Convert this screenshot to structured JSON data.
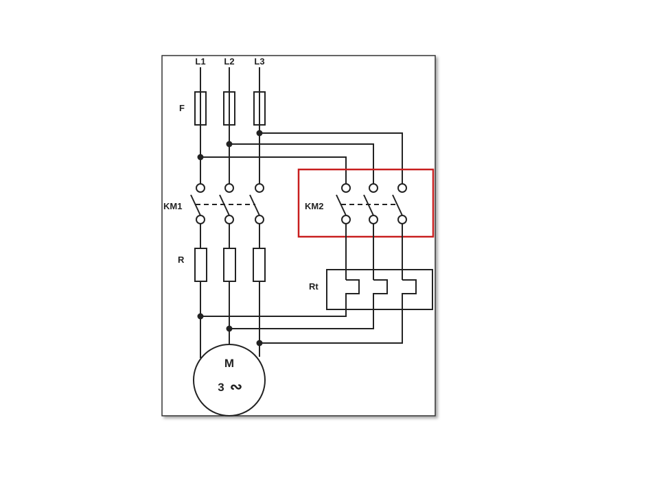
{
  "lines": [
    "L1",
    "L2",
    "L3"
  ],
  "labels": {
    "fuses": "F",
    "contactor_main": "KM1",
    "contactor_alt": "KM2",
    "resistors": "R",
    "thermal_relay": "Rt"
  },
  "motor": {
    "name": "M",
    "phases": "3",
    "symbol": "∾"
  },
  "colors": {
    "highlight": "#c81e1e",
    "ink": "#222222",
    "panel_border": "#333333"
  }
}
